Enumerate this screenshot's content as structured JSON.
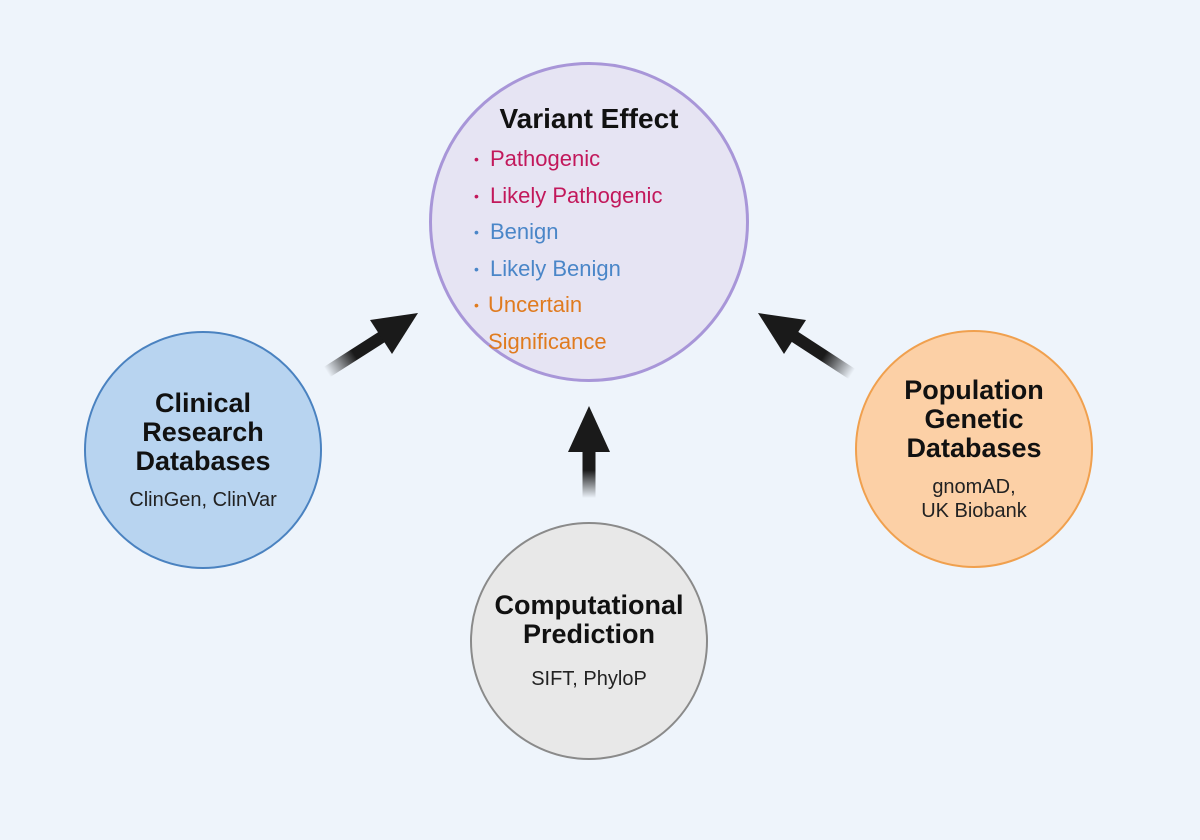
{
  "center": {
    "title": "Variant Effect",
    "items": [
      {
        "lines": [
          "Pathogenic"
        ],
        "color": "#c2185b"
      },
      {
        "lines": [
          "Likely Pathogenic"
        ],
        "color": "#c2185b"
      },
      {
        "lines": [
          "Benign"
        ],
        "color": "#4a86c8"
      },
      {
        "lines": [
          "Likely Benign"
        ],
        "color": "#4a86c8"
      },
      {
        "lines": [
          "Uncertain",
          "Significance"
        ],
        "color": "#e07b1f"
      }
    ]
  },
  "left": {
    "title_lines": [
      "Clinical",
      "Research",
      "Databases"
    ],
    "subtitle_lines": [
      "ClinGen, ClinVar"
    ]
  },
  "bottom": {
    "title_lines": [
      "Computational",
      "Prediction"
    ],
    "subtitle_lines": [
      "SIFT, PhyloP"
    ]
  },
  "right": {
    "title_lines": [
      "Population",
      "Genetic",
      "Databases"
    ],
    "subtitle_lines": [
      "gnomAD,",
      "UK Biobank"
    ]
  },
  "colors": {
    "background": "#eef4fb",
    "arrow": "#1a1a1a"
  }
}
